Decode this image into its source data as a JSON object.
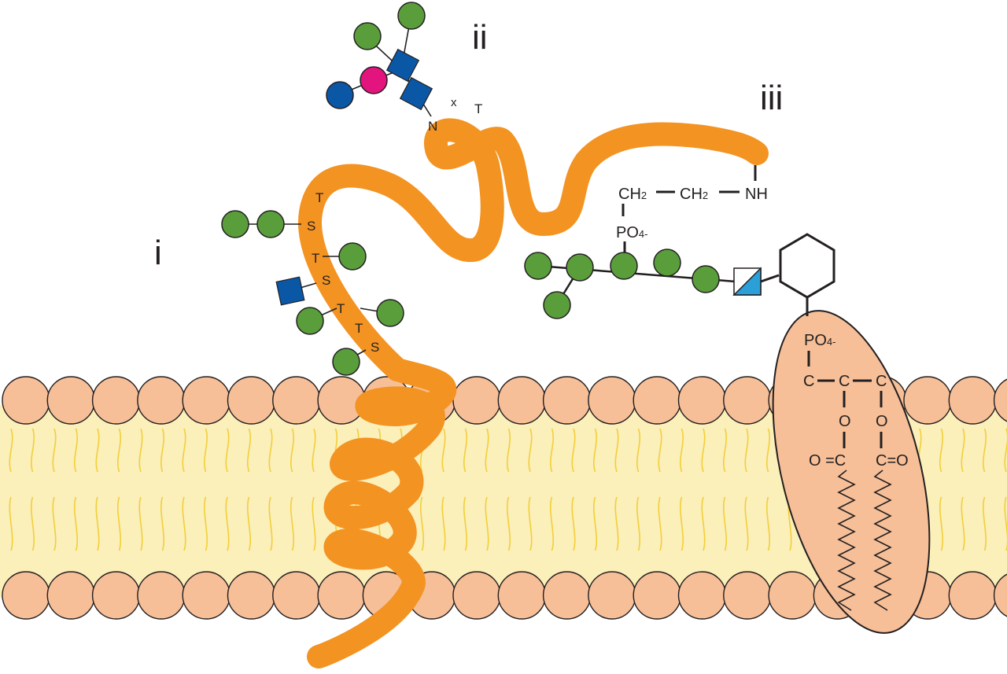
{
  "labels": {
    "i": "i",
    "ii": "ii",
    "iii": "iii"
  },
  "o_glycan_sequence": [
    "T",
    "S",
    "T",
    "S",
    "T",
    "T",
    "S"
  ],
  "n_glycosylation_motif": [
    "N",
    "x",
    "T"
  ],
  "gpi_anchor": {
    "ethanolamine": {
      "ch2_a": "CH",
      "ch2_b": "CH",
      "sub2": "2",
      "nh": "NH"
    },
    "phosphate_top": {
      "text": "PO",
      "sup": "4-"
    },
    "phosphate_lipid": {
      "text": "PO",
      "sup": "4-"
    },
    "glycerol": [
      "C",
      "C",
      "C"
    ],
    "ester_oxygen": [
      "O",
      "O"
    ],
    "carbonyl_left": "O =C",
    "carbonyl_right": "C=O"
  },
  "colors": {
    "protein": "#f39322",
    "membrane_core": "#fbefba",
    "lipid_head": "#f6bf98",
    "lipid_tail": "#f2cf3a",
    "galactose": "#5a9e3c",
    "glcnac": "#0a57a6",
    "sialic_acid": "#e4147f",
    "mannose": "#0a57a6",
    "glucosamine": "#2a9fd8",
    "gpi_lipid_body": "#f6bf98"
  },
  "icons": [
    "galactose-circle-icon",
    "glcnac-square-icon",
    "sialic-acid-circle-icon",
    "mannose-circle-icon",
    "glucosamine-split-square-icon",
    "inositol-hexagon-icon"
  ]
}
